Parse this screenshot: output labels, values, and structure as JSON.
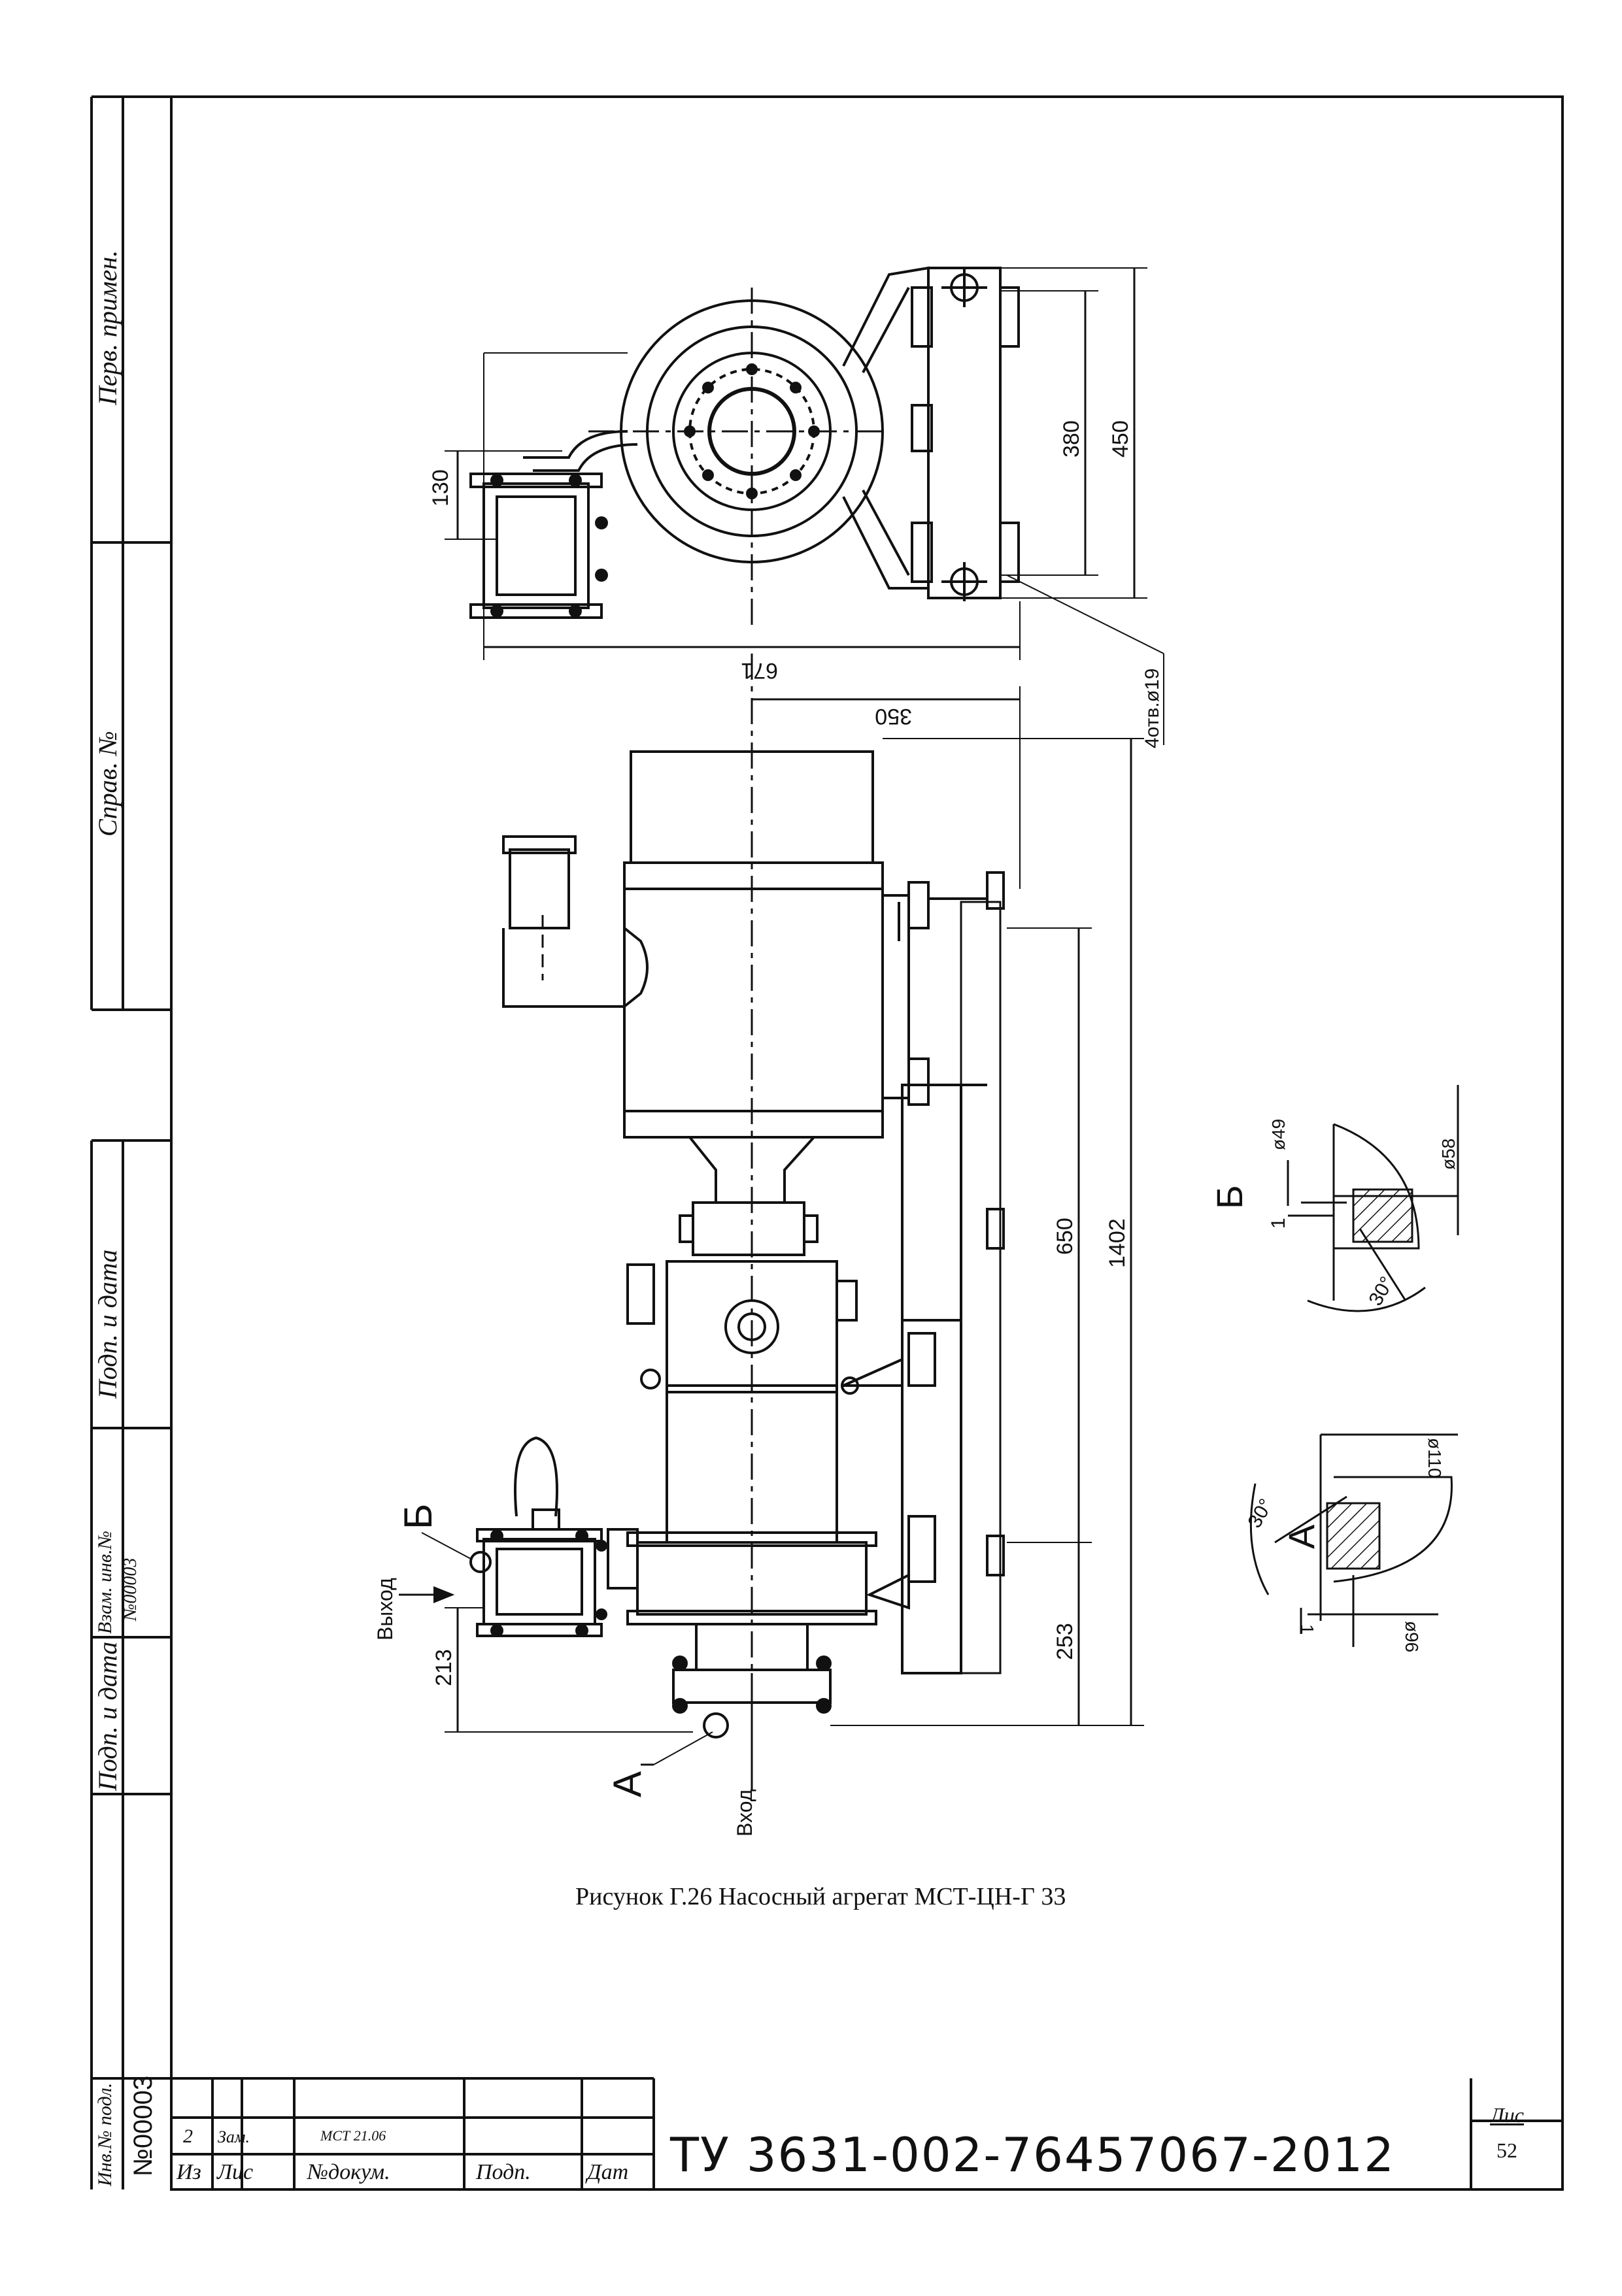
{
  "side_stamps": {
    "perv_primen": "Перв. примен.",
    "sprav_no": "Справ. №",
    "podp_data_1": "Подп. и дата",
    "vzam_inv": "Взам. инв.№",
    "vzam_inv_value": "№00003",
    "podp_data_2": "Подп. и дата",
    "inv_podl": "Инв.№ подл.",
    "inv_podl_value": "№00003"
  },
  "dimensions": {
    "d130": "130",
    "d380": "380",
    "d450": "450",
    "d671": "671",
    "holes": "4отв.ø19",
    "d350": "350",
    "d650": "650",
    "d1402": "1402",
    "d213": "213",
    "d253": "253"
  },
  "labels": {
    "vyhod": "Выход",
    "vhod": "Вход",
    "view_a": "А",
    "view_b": "Б"
  },
  "detail_b": {
    "title": "Б",
    "dia_49": "ø49",
    "dia_58": "ø58",
    "thick": "1",
    "angle": "30°"
  },
  "detail_a": {
    "title": "А",
    "dia_110": "ø110",
    "dia_96": "ø96",
    "thick": "1",
    "angle": "30°"
  },
  "caption": "Рисунок Г.26 Насосный агрегат МСТ-ЦН-Г 33",
  "title_block": {
    "doc_code": "ТУ 3631-002-76457067-2012",
    "sheet_label": "Лис",
    "sheet_number": "52",
    "rev_index": "2",
    "rev_action": "Зам.",
    "rev_doc": "МСТ 21.06",
    "hdr_izm": "Из",
    "hdr_list": "Лис",
    "hdr_doc": "№докум.",
    "hdr_podp": "Подп.",
    "hdr_data": "Дат"
  }
}
